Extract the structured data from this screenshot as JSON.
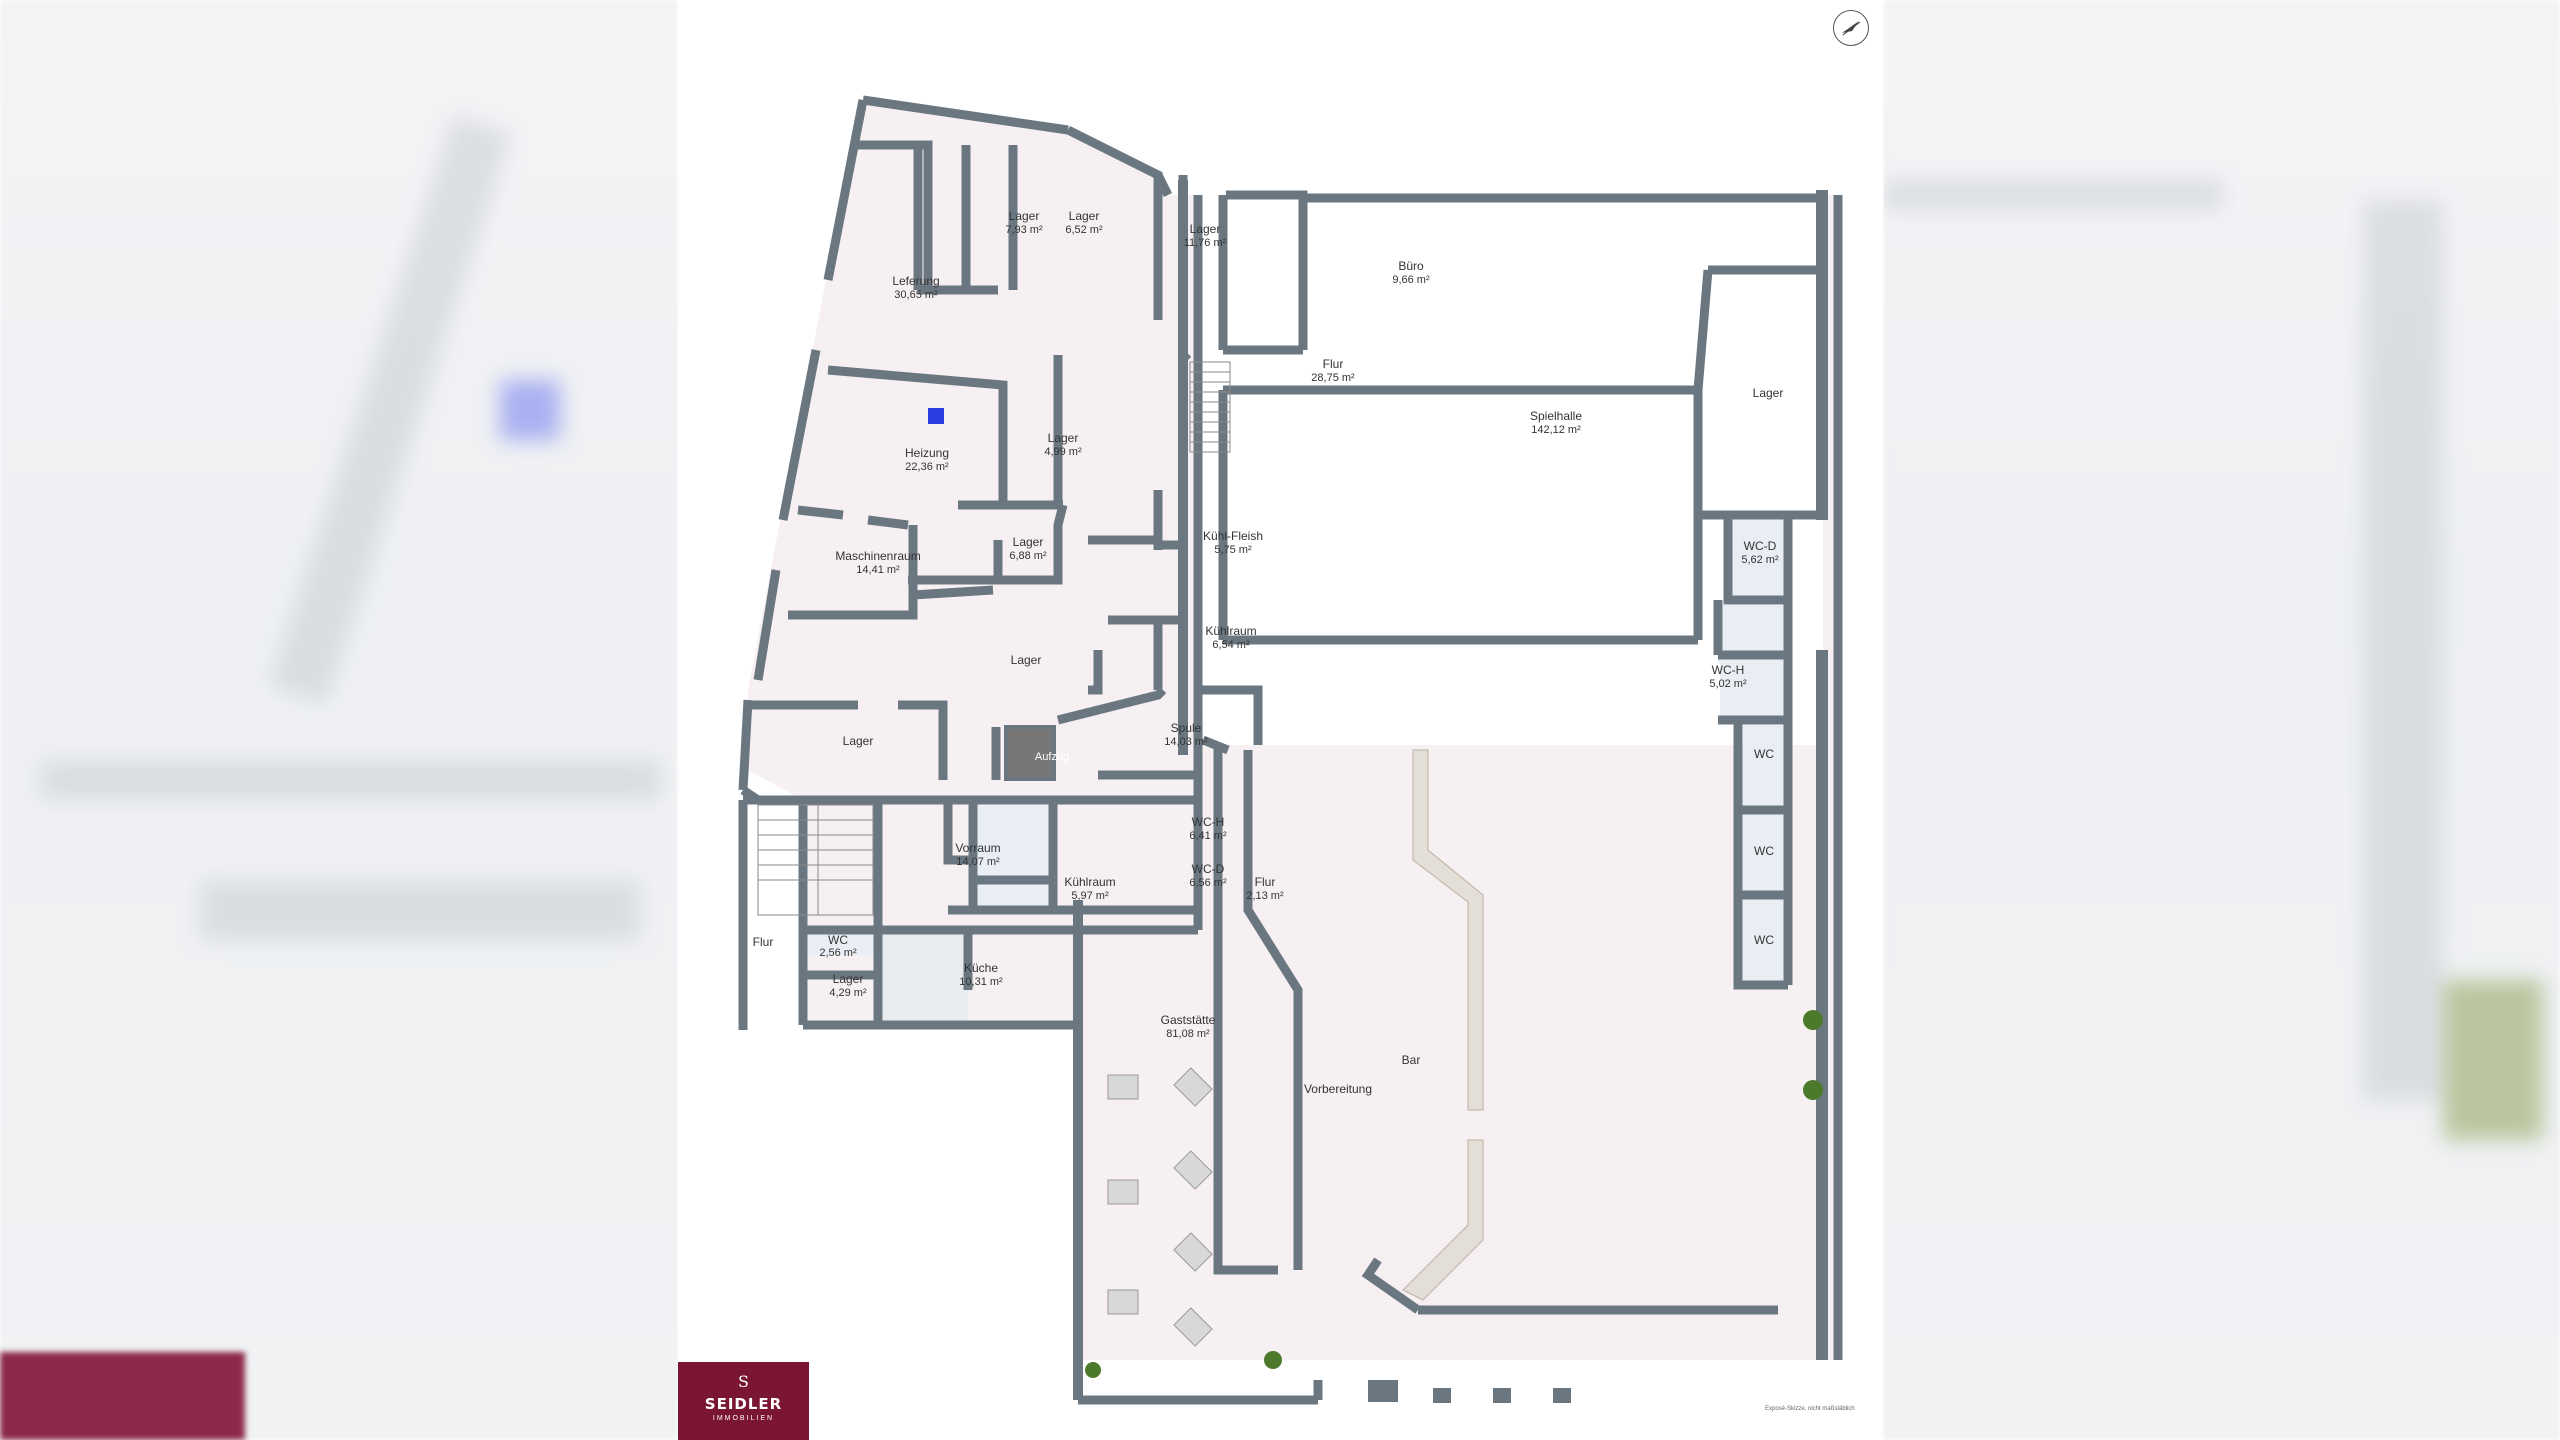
{
  "branding": {
    "brand_name": "SEIDLER",
    "brand_sub": "IMMOBILIEN",
    "brand_mark": "S",
    "brand_color": "#7a1633"
  },
  "disclaimer": "Exposé-Skizze, nicht maßstäblich",
  "icons": {
    "compass": "north-arrow-icon"
  },
  "colors": {
    "floor": "#f7f0f2",
    "wall": "#6b7780",
    "wet_floor": "#e9eef4",
    "tile_floor": "#e9ecef",
    "elevator": "#777777",
    "counter": "#e3dfd6"
  },
  "rooms": {
    "lieferung": {
      "name": "Leferung",
      "area": "30,65 m²"
    },
    "lager1": {
      "name": "Lager",
      "area": "7,93 m²"
    },
    "lager2": {
      "name": "Lager",
      "area": "6,52 m²"
    },
    "lager3": {
      "name": "Lager",
      "area": "11,76 m²"
    },
    "buero": {
      "name": "Büro",
      "area": "9,66 m²"
    },
    "flur_top": {
      "name": "Flur",
      "area": "28,75 m²"
    },
    "heizung": {
      "name": "Heizung",
      "area": "22,36 m²"
    },
    "lager4": {
      "name": "Lager",
      "area": "4,99 m²"
    },
    "spielhalle": {
      "name": "Spielhalle",
      "area": "142,12 m²"
    },
    "lager_right": {
      "name": "Lager",
      "area": ""
    },
    "maschinenraum": {
      "name": "Maschinenraum",
      "area": "14,41 m²"
    },
    "lager5": {
      "name": "Lager",
      "area": "6,88 m²"
    },
    "kuehl_fleisch": {
      "name": "Kühl-Fleish",
      "area": "5,75 m²"
    },
    "wc_d_right": {
      "name": "WC-D",
      "area": "5,62 m²"
    },
    "lager_mid": {
      "name": "Lager",
      "area": ""
    },
    "kuehlraum_top": {
      "name": "Kühlraum",
      "area": "6,54 m²"
    },
    "wc_h_right": {
      "name": "WC-H",
      "area": "5,02 m²"
    },
    "lager_left": {
      "name": "Lager",
      "area": ""
    },
    "aufzug": {
      "name": "Aufzug",
      "area": ""
    },
    "spule": {
      "name": "Spule",
      "area": "14,03 m²"
    },
    "wc1": {
      "name": "WC",
      "area": ""
    },
    "wc2": {
      "name": "WC",
      "area": ""
    },
    "wc3": {
      "name": "WC",
      "area": ""
    },
    "vorraum": {
      "name": "Vorraum",
      "area": "14,07 m²"
    },
    "wc_h_mid": {
      "name": "WC-H",
      "area": "6,41 m²"
    },
    "wc_d_mid": {
      "name": "WC-D",
      "area": "6,56 m²"
    },
    "kuehlraum_low": {
      "name": "Kühlraum",
      "area": "5,97 m²"
    },
    "flur_small": {
      "name": "Flur",
      "area": "2,13 m²"
    },
    "flur_left": {
      "name": "Flur",
      "area": ""
    },
    "wc_small": {
      "name": "WC",
      "area": "2,56 m²"
    },
    "lager6": {
      "name": "Lager",
      "area": "4,29 m²"
    },
    "kueche": {
      "name": "Küche",
      "area": "10,31 m²"
    },
    "gaststaette": {
      "name": "Gaststätte",
      "area": "81,08 m²"
    },
    "bar": {
      "name": "Bar",
      "area": ""
    },
    "vorbereitung": {
      "name": "Vorbereitung",
      "area": ""
    }
  }
}
